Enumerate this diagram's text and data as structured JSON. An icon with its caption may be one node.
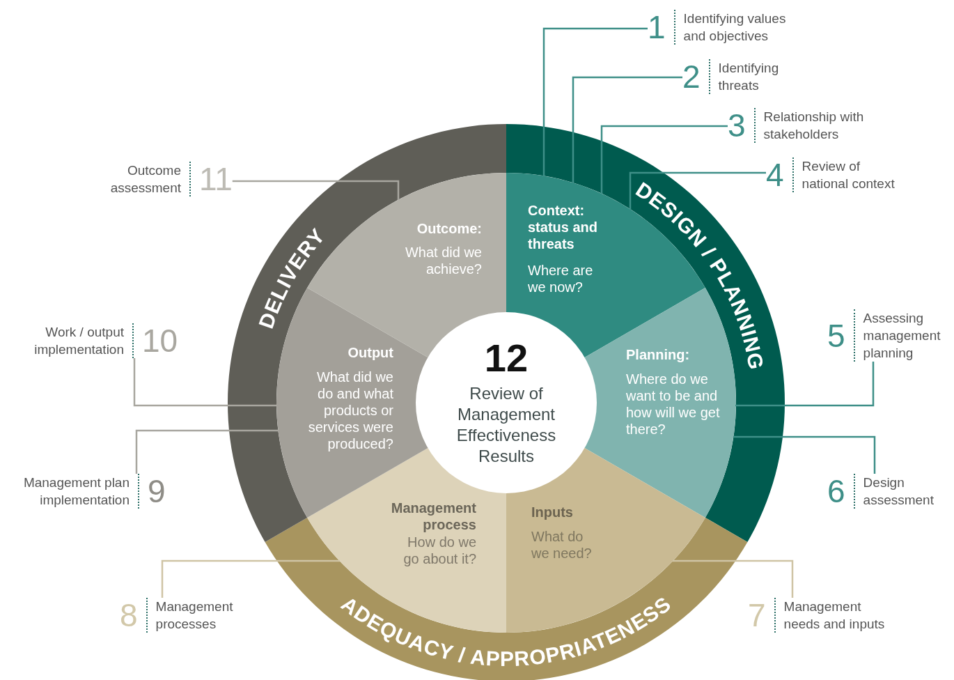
{
  "diagram": {
    "nodes": [
      {
        "text": [
          "12",
          "Review of Management Effectiveness Results"
        ]
      },
      {
        "text": [
          "Context: status and threats",
          "Where are we now?"
        ]
      },
      {
        "text": [
          "Planning:",
          "Where do we want to be and how will we get there?"
        ]
      },
      {
        "text": [
          "Inputs",
          "What do we need?"
        ]
      },
      {
        "text": [
          "Management process",
          "How do we go about it?"
        ]
      },
      {
        "text": [
          "Output",
          "What did we do and what products or services were produced?"
        ]
      },
      {
        "text": [
          "Outcome:",
          "What did we achieve?"
        ]
      },
      {
        "text": [
          "DESIGN / PLANNING"
        ]
      },
      {
        "text": [
          "ADEQUACY / APPROPRIATENESS"
        ]
      },
      {
        "text": [
          "DELIVERY"
        ]
      },
      {
        "text": [
          "1",
          "Identifying values and objectives"
        ]
      },
      {
        "text": [
          "2",
          "Identifying threats"
        ]
      },
      {
        "text": [
          "3",
          "Relationship with stakeholders"
        ]
      },
      {
        "text": [
          "4",
          "Review of national context"
        ]
      },
      {
        "text": [
          "5",
          "Assessing management planning"
        ]
      },
      {
        "text": [
          "6",
          "Design assessment"
        ]
      },
      {
        "text": [
          "7",
          "Management needs and inputs"
        ]
      },
      {
        "text": [
          "8",
          "Management processes"
        ]
      },
      {
        "text": [
          "Management plan implementation",
          "9"
        ]
      },
      {
        "text": [
          "Work / output implementation",
          "10"
        ]
      },
      {
        "text": [
          "Outcome assessment",
          "11"
        ]
      }
    ],
    "edges": [
      {
        "from": 10,
        "to": 1,
        "arrow": "none"
      },
      {
        "from": 11,
        "to": 1,
        "arrow": "none"
      },
      {
        "from": 12,
        "to": 1,
        "arrow": "none"
      },
      {
        "from": 13,
        "to": 1,
        "arrow": "none"
      },
      {
        "from": 14,
        "to": 2,
        "arrow": "none"
      },
      {
        "from": 15,
        "to": 2,
        "arrow": "none"
      },
      {
        "from": 16,
        "to": 3,
        "arrow": "none",
        "color": "#cfc4a5"
      },
      {
        "from": 17,
        "to": 4,
        "arrow": "none",
        "color": "#cfc4a5"
      },
      {
        "from": 18,
        "to": 5,
        "arrow": "none",
        "color": "#a8a69f"
      },
      {
        "from": 19,
        "to": 5,
        "arrow": "none",
        "color": "#a8a69f"
      },
      {
        "from": 20,
        "to": 6,
        "arrow": "none",
        "color": "#a8a69f"
      }
    ]
  }
}
